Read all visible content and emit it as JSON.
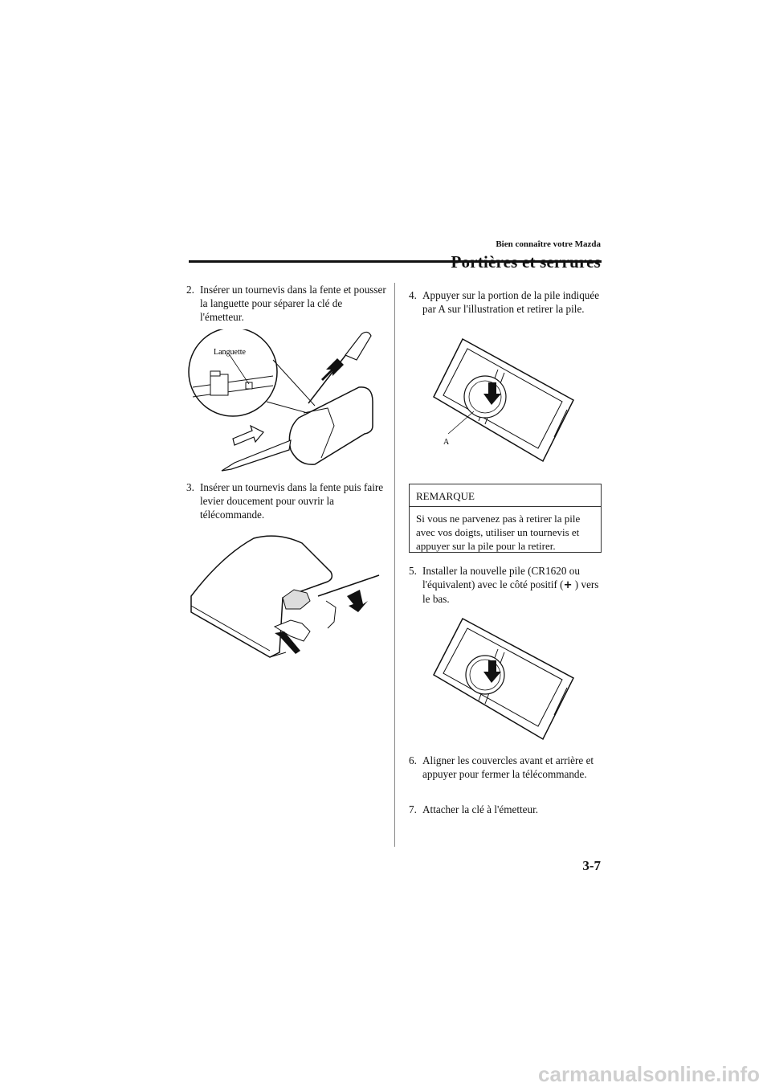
{
  "header": {
    "section": "Bien connaître votre Mazda",
    "title": "Portières et serrures"
  },
  "left_column": {
    "step2": {
      "num": "2.",
      "text": "Insérer un tournevis dans la fente et pousser la languette pour séparer la clé de l'émetteur."
    },
    "fig1_label": "Languette",
    "step3": {
      "num": "3.",
      "text": "Insérer un tournevis dans la fente puis faire levier doucement pour ouvrir la télécommande."
    }
  },
  "right_column": {
    "step4": {
      "num": "4.",
      "text": "Appuyer sur la portion de la pile indiquée par A sur l'illustration et retirer la pile."
    },
    "fig3_label": "A",
    "note": {
      "title": "REMARQUE",
      "text": "Si vous ne parvenez pas à retirer la pile avec vos doigts, utiliser un tournevis et appuyer sur la pile pour la retirer."
    },
    "step5": {
      "num": "5.",
      "text_before": "Installer la nouvelle pile (CR1620 ou l'équivalent) avec le côté positif (",
      "plus_symbol": "+",
      "text_after": ") vers le bas."
    },
    "step6": {
      "num": "6.",
      "text": "Aligner les couvercles avant et arrière et appuyer pour fermer la télécommande."
    },
    "step7": {
      "num": "7.",
      "text": "Attacher la clé à l'émetteur."
    }
  },
  "page_number": "3-7",
  "footer": {
    "watermark": "carmanualsonline.info"
  },
  "icons": {
    "plus": "plus-icon"
  }
}
